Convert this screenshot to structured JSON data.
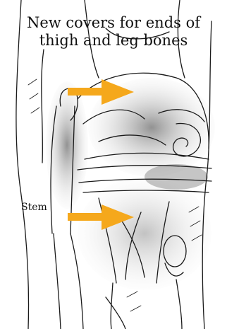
{
  "caption": {
    "line1": "New covers for ends of",
    "line2": "thigh and leg bones"
  },
  "labels": {
    "stem": "Stem"
  },
  "colors": {
    "arrow": "#F5A81C",
    "ink": "#1a1a1a",
    "shade": "#8c8c8c"
  },
  "icons": [
    "arrow-right-icon",
    "arrow-right-icon"
  ]
}
